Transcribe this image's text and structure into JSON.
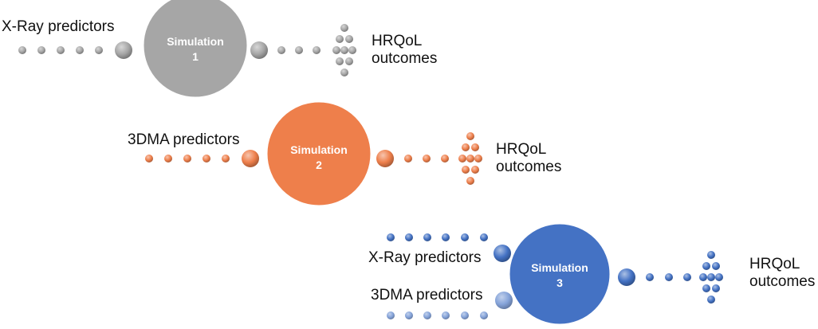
{
  "diagram": {
    "simulations": [
      {
        "title": "Simulation",
        "number": "1",
        "color": "#a6a6a6",
        "predictor_labels": [
          "X-Ray predictors"
        ],
        "outcome_line1": "HRQoL",
        "outcome_line2": "outcomes"
      },
      {
        "title": "Simulation",
        "number": "2",
        "color": "#ee7f4b",
        "predictor_labels": [
          "3DMA predictors"
        ],
        "outcome_line1": "HRQoL",
        "outcome_line2": "outcomes"
      },
      {
        "title": "Simulation",
        "number": "3",
        "color": "#4472c4",
        "predictor_labels": [
          "X-Ray predictors",
          "3DMA predictors"
        ],
        "outcome_line1": "HRQoL",
        "outcome_line2": "outcomes"
      }
    ]
  }
}
